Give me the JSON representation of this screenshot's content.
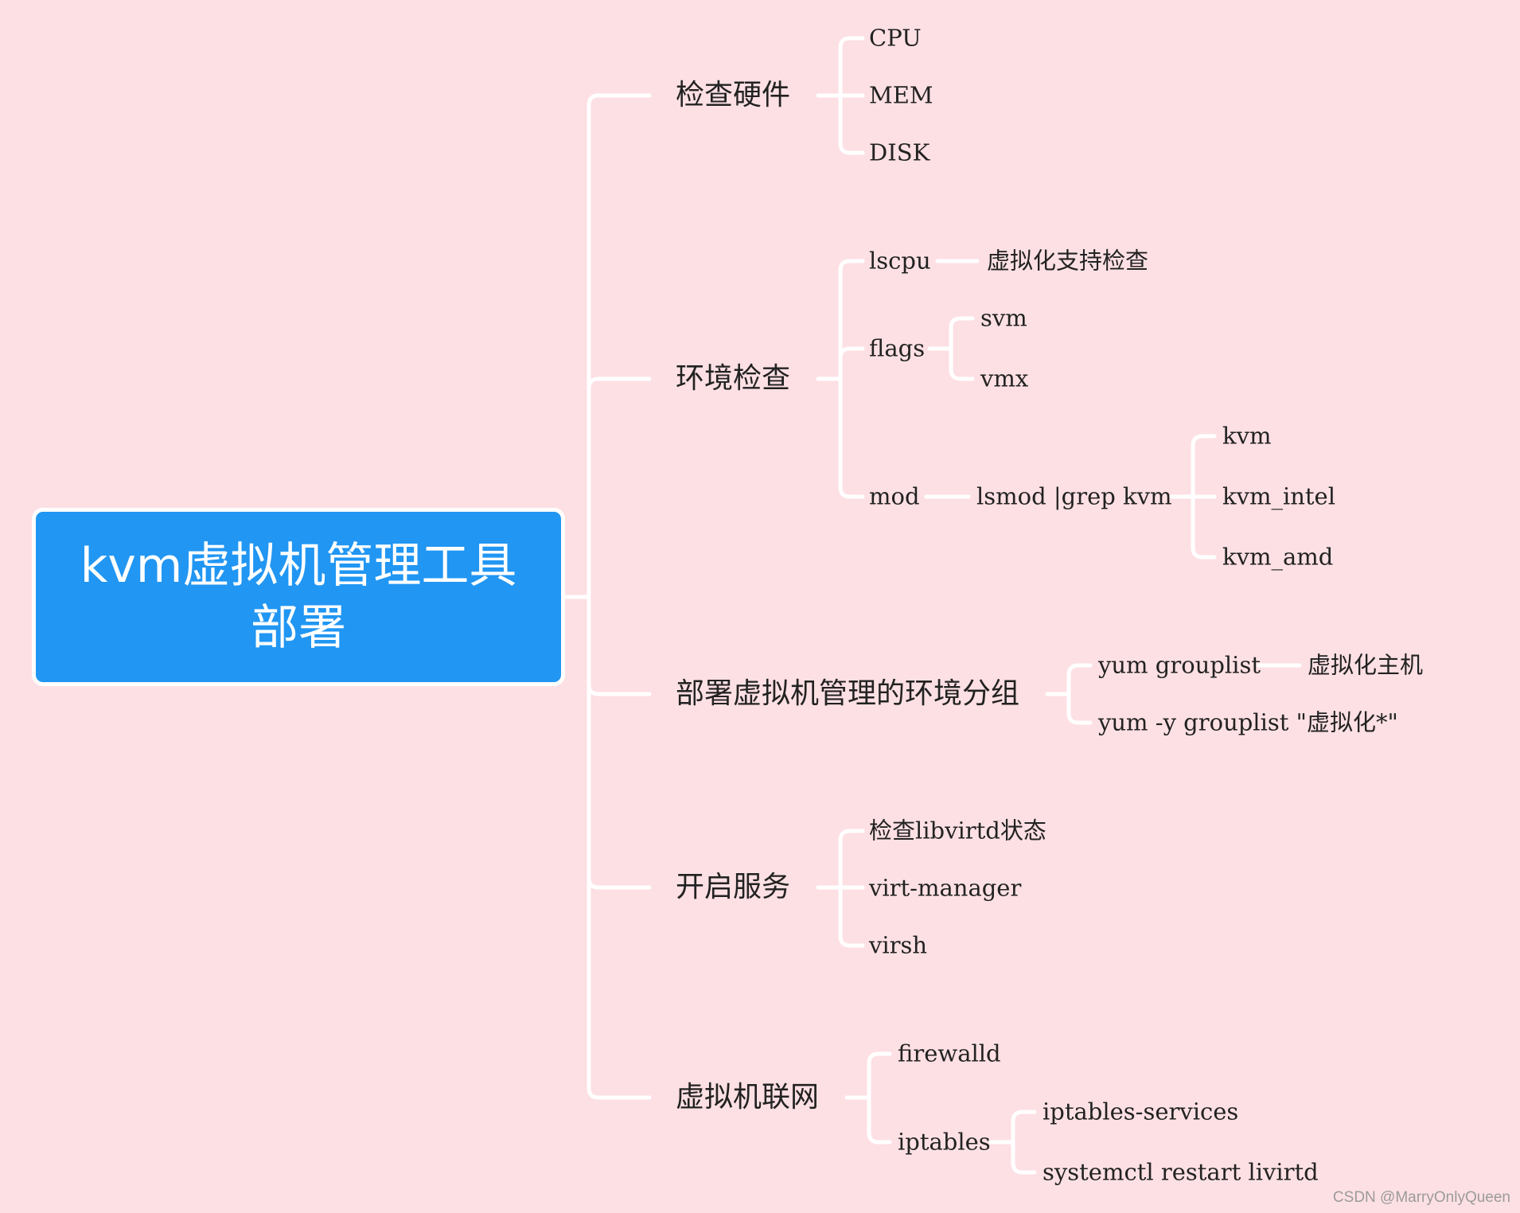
{
  "root": {
    "title": "kvm虚拟机管理工具部署"
  },
  "branches": [
    {
      "label": "检查硬件",
      "children": [
        {
          "label": "CPU"
        },
        {
          "label": "MEM"
        },
        {
          "label": "DISK"
        }
      ]
    },
    {
      "label": "环境检查",
      "children": [
        {
          "label": "lscpu",
          "children": [
            {
              "label": "虚拟化支持检查"
            }
          ]
        },
        {
          "label": "flags",
          "children": [
            {
              "label": "svm"
            },
            {
              "label": "vmx"
            }
          ]
        },
        {
          "label": "mod",
          "children": [
            {
              "label": "lsmod |grep kvm",
              "children": [
                {
                  "label": "kvm"
                },
                {
                  "label": "kvm_intel"
                },
                {
                  "label": "kvm_amd"
                }
              ]
            }
          ]
        }
      ]
    },
    {
      "label": "部署虚拟机管理的环境分组",
      "children": [
        {
          "label": "yum grouplist",
          "children": [
            {
              "label": "虚拟化主机"
            }
          ]
        },
        {
          "label": "yum -y grouplist \"虚拟化*\""
        }
      ]
    },
    {
      "label": "开启服务",
      "children": [
        {
          "label": "检查libvirtd状态"
        },
        {
          "label": "virt-manager"
        },
        {
          "label": "virsh"
        }
      ]
    },
    {
      "label": "虚拟机联网",
      "children": [
        {
          "label": "firewalld"
        },
        {
          "label": "iptables",
          "children": [
            {
              "label": "iptables-services"
            },
            {
              "label": "systemctl restart livirtd"
            }
          ]
        }
      ]
    }
  ],
  "watermark": "CSDN @MarryOnlyQueen",
  "colors": {
    "background": "#fde0e4",
    "root_fill": "#2196f3",
    "connector": "#ffffff",
    "text": "#222222"
  }
}
